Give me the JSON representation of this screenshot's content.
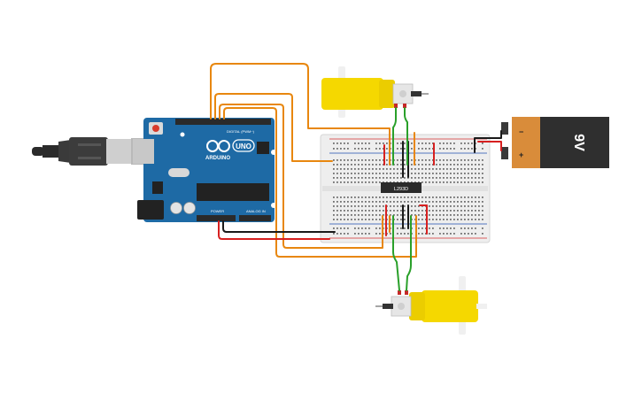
{
  "arduino": {
    "brand": "ARDUINO",
    "model": "UNO",
    "digital_header": "DIGITAL (PWM~)",
    "power_header": "POWER",
    "analog_header": "ANALOG IN"
  },
  "driver_ic": {
    "label": "L293D"
  },
  "battery": {
    "label": "9V",
    "negative": "−",
    "positive": "+"
  },
  "colors": {
    "background": "#ffffff",
    "arduino_board": "#1e6aa5",
    "breadboard": "#eeeeee",
    "motor_body": "#f5d800",
    "battery_cap": "#d98c3a",
    "battery_body": "#2f2f2f",
    "wire_orange": "#e8870f",
    "wire_red": "#d72020",
    "wire_black": "#1a1a1a",
    "wire_green": "#2aa02a"
  }
}
